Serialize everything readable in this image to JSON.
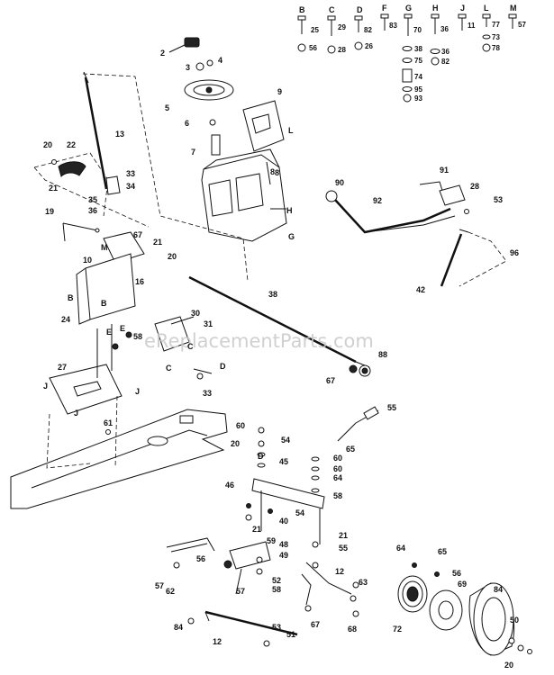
{
  "watermark": "eReplacementParts.com",
  "hardware_legend": [
    {
      "letter": "B",
      "parts": [
        "25",
        "56"
      ]
    },
    {
      "letter": "C",
      "parts": [
        "29",
        "28"
      ]
    },
    {
      "letter": "D",
      "parts": [
        "82",
        "26"
      ]
    },
    {
      "letter": "F",
      "parts": [
        "83"
      ]
    },
    {
      "letter": "G",
      "parts": [
        "70",
        "38",
        "75",
        "74",
        "95",
        "93"
      ]
    },
    {
      "letter": "H",
      "parts": [
        "36",
        "36",
        "82"
      ]
    },
    {
      "letter": "J",
      "parts": [
        "11"
      ]
    },
    {
      "letter": "L",
      "parts": [
        "77",
        "73",
        "78"
      ]
    },
    {
      "letter": "M",
      "parts": [
        "57"
      ]
    }
  ],
  "callouts": [
    "2",
    "3",
    "4",
    "5",
    "6",
    "7",
    "8",
    "9",
    "13",
    "20",
    "22",
    "21",
    "33",
    "34",
    "35",
    "36",
    "19",
    "67",
    "10",
    "21",
    "20",
    "16",
    "8",
    "24",
    "30",
    "31",
    "58",
    "27",
    "33",
    "61",
    "38",
    "67",
    "88",
    "90",
    "92",
    "91",
    "28",
    "53",
    "96",
    "42",
    "55",
    "60",
    "20",
    "54",
    "45",
    "65",
    "60",
    "60",
    "64",
    "58",
    "46",
    "21",
    "59",
    "40",
    "54",
    "21",
    "55",
    "56",
    "48",
    "49",
    "12",
    "63",
    "64",
    "65",
    "56",
    "57",
    "62",
    "57",
    "58",
    "52",
    "67",
    "68",
    "72",
    "69",
    "84",
    "84",
    "53",
    "51",
    "12",
    "50",
    "20"
  ],
  "letter_callouts": [
    "L",
    "H",
    "G",
    "B",
    "B",
    "E",
    "E",
    "C",
    "D",
    "M",
    "J",
    "J",
    "J",
    "D",
    "C"
  ]
}
